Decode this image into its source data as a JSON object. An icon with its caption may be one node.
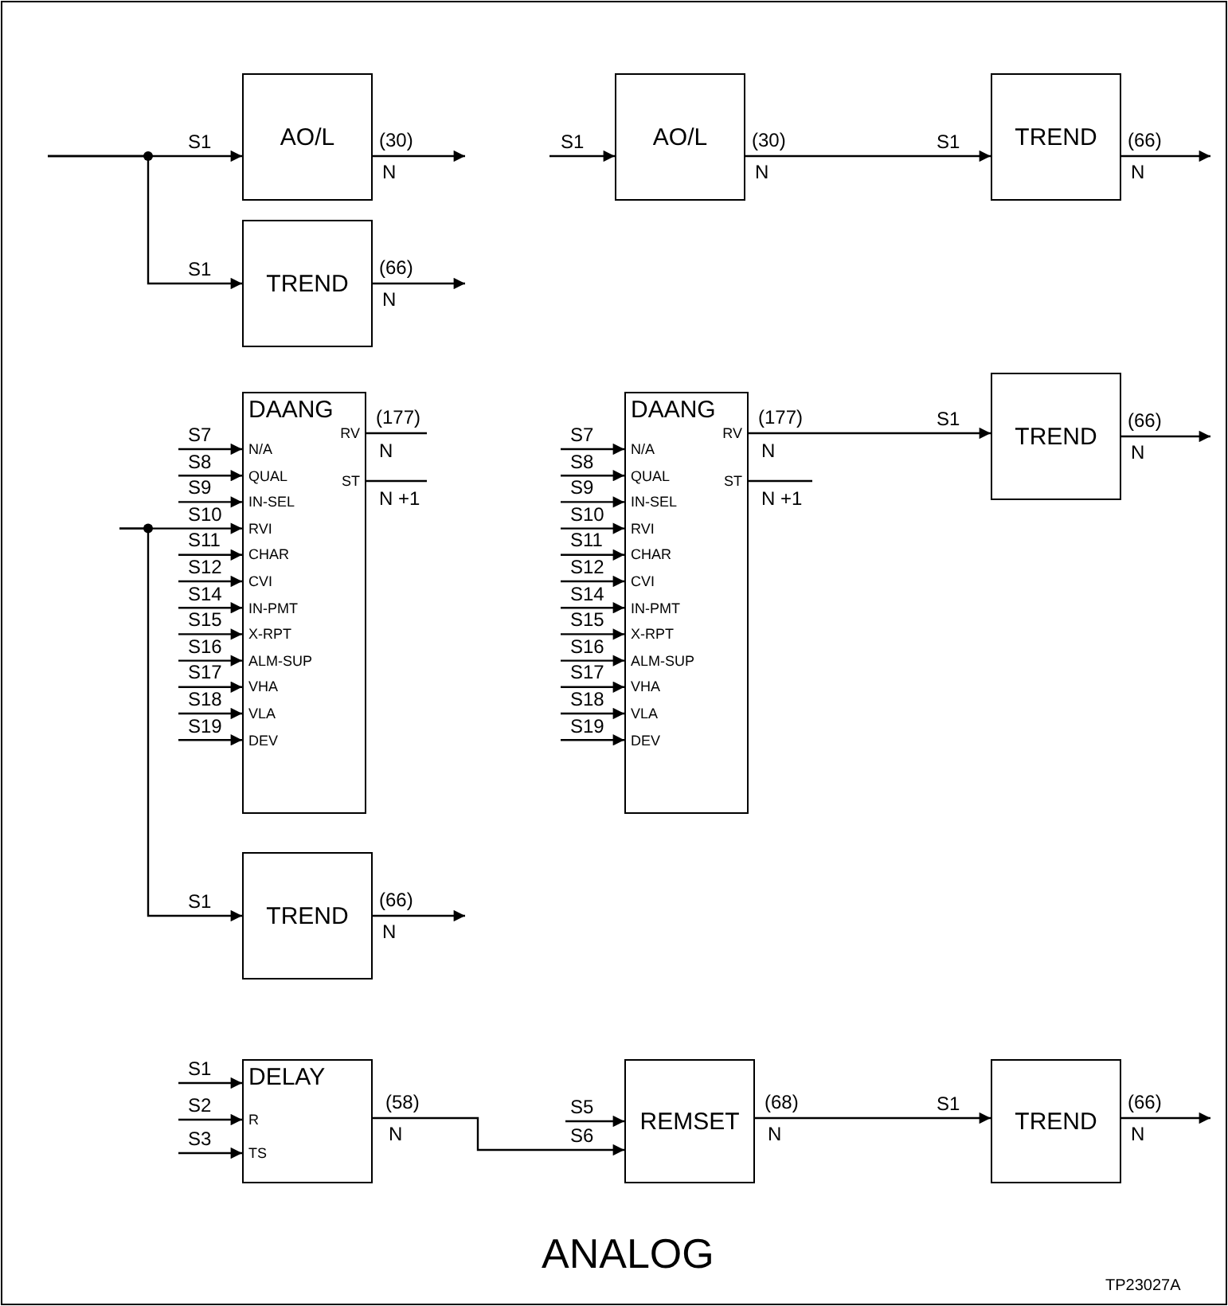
{
  "diagram": {
    "caption": "ANALOG",
    "nodes": [
      {
        "text": [
          "AO/L"
        ],
        "beside": [
          "(30)",
          "N"
        ]
      },
      {
        "text": [
          "AO/L"
        ],
        "beside": [
          "(30)",
          "N"
        ]
      },
      {
        "text": [
          "TREND"
        ],
        "beside": [
          "(66)",
          "N"
        ]
      },
      {
        "text": [
          "TREND"
        ],
        "beside": [
          "(66)",
          "N"
        ]
      },
      {
        "text": [
          "DAANG",
          "N/A",
          "QUAL",
          "IN-SEL",
          "RVI",
          "CHAR",
          "CVI",
          "IN-PMT",
          "X-RPT",
          "ALM-SUP",
          "VHA",
          "VLA",
          "DEV",
          "RV",
          "ST"
        ],
        "beside": [
          "(177)",
          "N",
          "N +1"
        ]
      },
      {
        "text": [
          "DAANG",
          "N/A",
          "QUAL",
          "IN-SEL",
          "RVI",
          "CHAR",
          "CVI",
          "IN-PMT",
          "X-RPT",
          "ALM-SUP",
          "VHA",
          "VLA",
          "DEV",
          "RV",
          "ST"
        ],
        "beside": [
          "(177)",
          "N",
          "N +1"
        ]
      },
      {
        "text": [
          "TREND"
        ],
        "beside": [
          "(66)",
          "N"
        ]
      },
      {
        "text": [
          "TREND"
        ],
        "beside": [
          "(66)",
          "N"
        ]
      },
      {
        "text": [
          "DELAY",
          "R",
          "TS"
        ],
        "beside": [
          "(58)",
          "N"
        ]
      },
      {
        "text": [
          "REMSET"
        ],
        "beside": [
          "(68)",
          "N"
        ]
      },
      {
        "text": [
          "TREND"
        ],
        "beside": [
          "(66)",
          "N"
        ]
      }
    ],
    "edges": [
      {
        "from": null,
        "to": 0,
        "arrow": "to",
        "label": "S1"
      },
      {
        "from": 0,
        "to": null,
        "arrow": "to"
      },
      {
        "from": null,
        "to": 3,
        "arrow": "to",
        "label": "S1"
      },
      {
        "from": 3,
        "to": null,
        "arrow": "to"
      },
      {
        "from": null,
        "to": 1,
        "arrow": "to",
        "label": "S1"
      },
      {
        "from": 1,
        "to": 2,
        "arrow": "to",
        "label": "S1"
      },
      {
        "from": 2,
        "to": null,
        "arrow": "to"
      },
      {
        "from": null,
        "to": 4,
        "arrow": "to",
        "label": "S7"
      },
      {
        "from": null,
        "to": 4,
        "arrow": "to",
        "label": "S8"
      },
      {
        "from": null,
        "to": 4,
        "arrow": "to",
        "label": "S9"
      },
      {
        "from": null,
        "to": 4,
        "arrow": "to",
        "label": "S10"
      },
      {
        "from": null,
        "to": 4,
        "arrow": "to",
        "label": "S11"
      },
      {
        "from": null,
        "to": 4,
        "arrow": "to",
        "label": "S12"
      },
      {
        "from": null,
        "to": 4,
        "arrow": "to",
        "label": "S14"
      },
      {
        "from": null,
        "to": 4,
        "arrow": "to",
        "label": "S15"
      },
      {
        "from": null,
        "to": 4,
        "arrow": "to",
        "label": "S16"
      },
      {
        "from": null,
        "to": 4,
        "arrow": "to",
        "label": "S17"
      },
      {
        "from": null,
        "to": 4,
        "arrow": "to",
        "label": "S18"
      },
      {
        "from": null,
        "to": 4,
        "arrow": "to",
        "label": "S19"
      },
      {
        "from": 4,
        "to": null,
        "arrow": "none"
      },
      {
        "from": 4,
        "to": null,
        "arrow": "none"
      },
      {
        "from": null,
        "to": 7,
        "arrow": "to",
        "label": "S1"
      },
      {
        "from": 7,
        "to": null,
        "arrow": "to"
      },
      {
        "from": null,
        "to": 5,
        "arrow": "to",
        "label": "S7"
      },
      {
        "from": null,
        "to": 5,
        "arrow": "to",
        "label": "S8"
      },
      {
        "from": null,
        "to": 5,
        "arrow": "to",
        "label": "S9"
      },
      {
        "from": null,
        "to": 5,
        "arrow": "to",
        "label": "S10"
      },
      {
        "from": null,
        "to": 5,
        "arrow": "to",
        "label": "S11"
      },
      {
        "from": null,
        "to": 5,
        "arrow": "to",
        "label": "S12"
      },
      {
        "from": null,
        "to": 5,
        "arrow": "to",
        "label": "S14"
      },
      {
        "from": null,
        "to": 5,
        "arrow": "to",
        "label": "S15"
      },
      {
        "from": null,
        "to": 5,
        "arrow": "to",
        "label": "S16"
      },
      {
        "from": null,
        "to": 5,
        "arrow": "to",
        "label": "S17"
      },
      {
        "from": null,
        "to": 5,
        "arrow": "to",
        "label": "S18"
      },
      {
        "from": null,
        "to": 5,
        "arrow": "to",
        "label": "S19"
      },
      {
        "from": 5,
        "to": 6,
        "arrow": "to",
        "label": "S1"
      },
      {
        "from": 5,
        "to": null,
        "arrow": "none"
      },
      {
        "from": 6,
        "to": null,
        "arrow": "to"
      },
      {
        "from": null,
        "to": 8,
        "arrow": "to",
        "label": "S1"
      },
      {
        "from": null,
        "to": 8,
        "arrow": "to",
        "label": "S2"
      },
      {
        "from": null,
        "to": 8,
        "arrow": "to",
        "label": "S3"
      },
      {
        "from": 8,
        "to": 9,
        "arrow": "to",
        "label": "S6"
      },
      {
        "from": null,
        "to": 9,
        "arrow": "to",
        "label": "S5"
      },
      {
        "from": 9,
        "to": 10,
        "arrow": "to",
        "label": "S1"
      },
      {
        "from": 10,
        "to": null,
        "arrow": "to"
      }
    ],
    "labels": [
      "TP23027A"
    ]
  }
}
